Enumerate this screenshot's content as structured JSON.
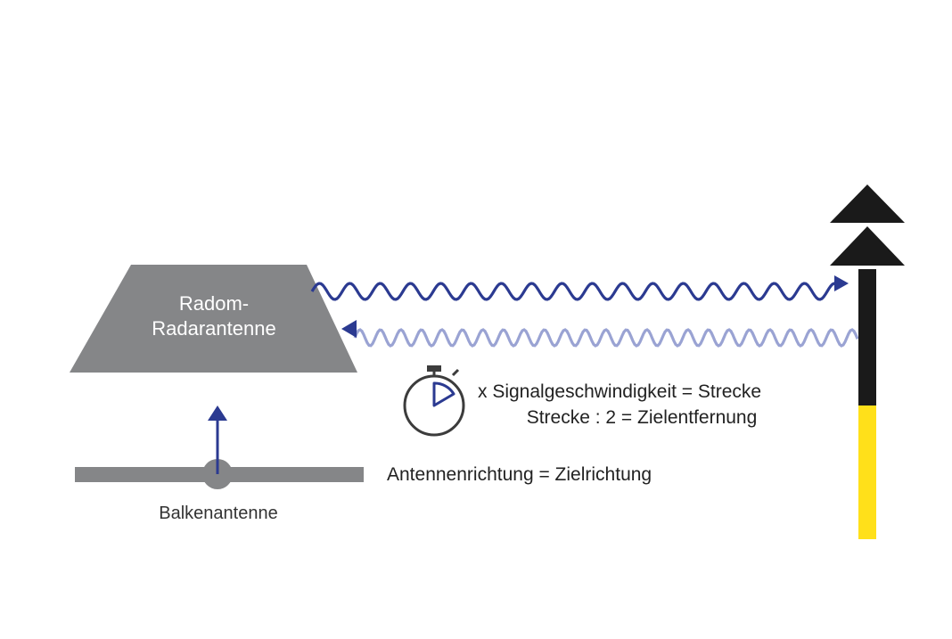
{
  "radom_antenna": {
    "line1": "Radom-",
    "line2": "Radarantenne"
  },
  "beam_antenna": {
    "label": "Balkenantenne"
  },
  "formula": {
    "line1": "x Signalgeschwindigkeit = Strecke",
    "line2": "Strecke : 2 = Zielentfernung",
    "line3": "Antennenrichtung = Zielrichtung"
  },
  "colors": {
    "antenna_gray": "#858688",
    "signal_blue": "#2b3a91",
    "echo_blue": "#9aa3d3",
    "mast_black": "#1a1a1a",
    "mast_yellow": "#ffe01a",
    "stopwatch": "#3c3c3c"
  },
  "icons": {
    "timer": "stopwatch-icon"
  }
}
